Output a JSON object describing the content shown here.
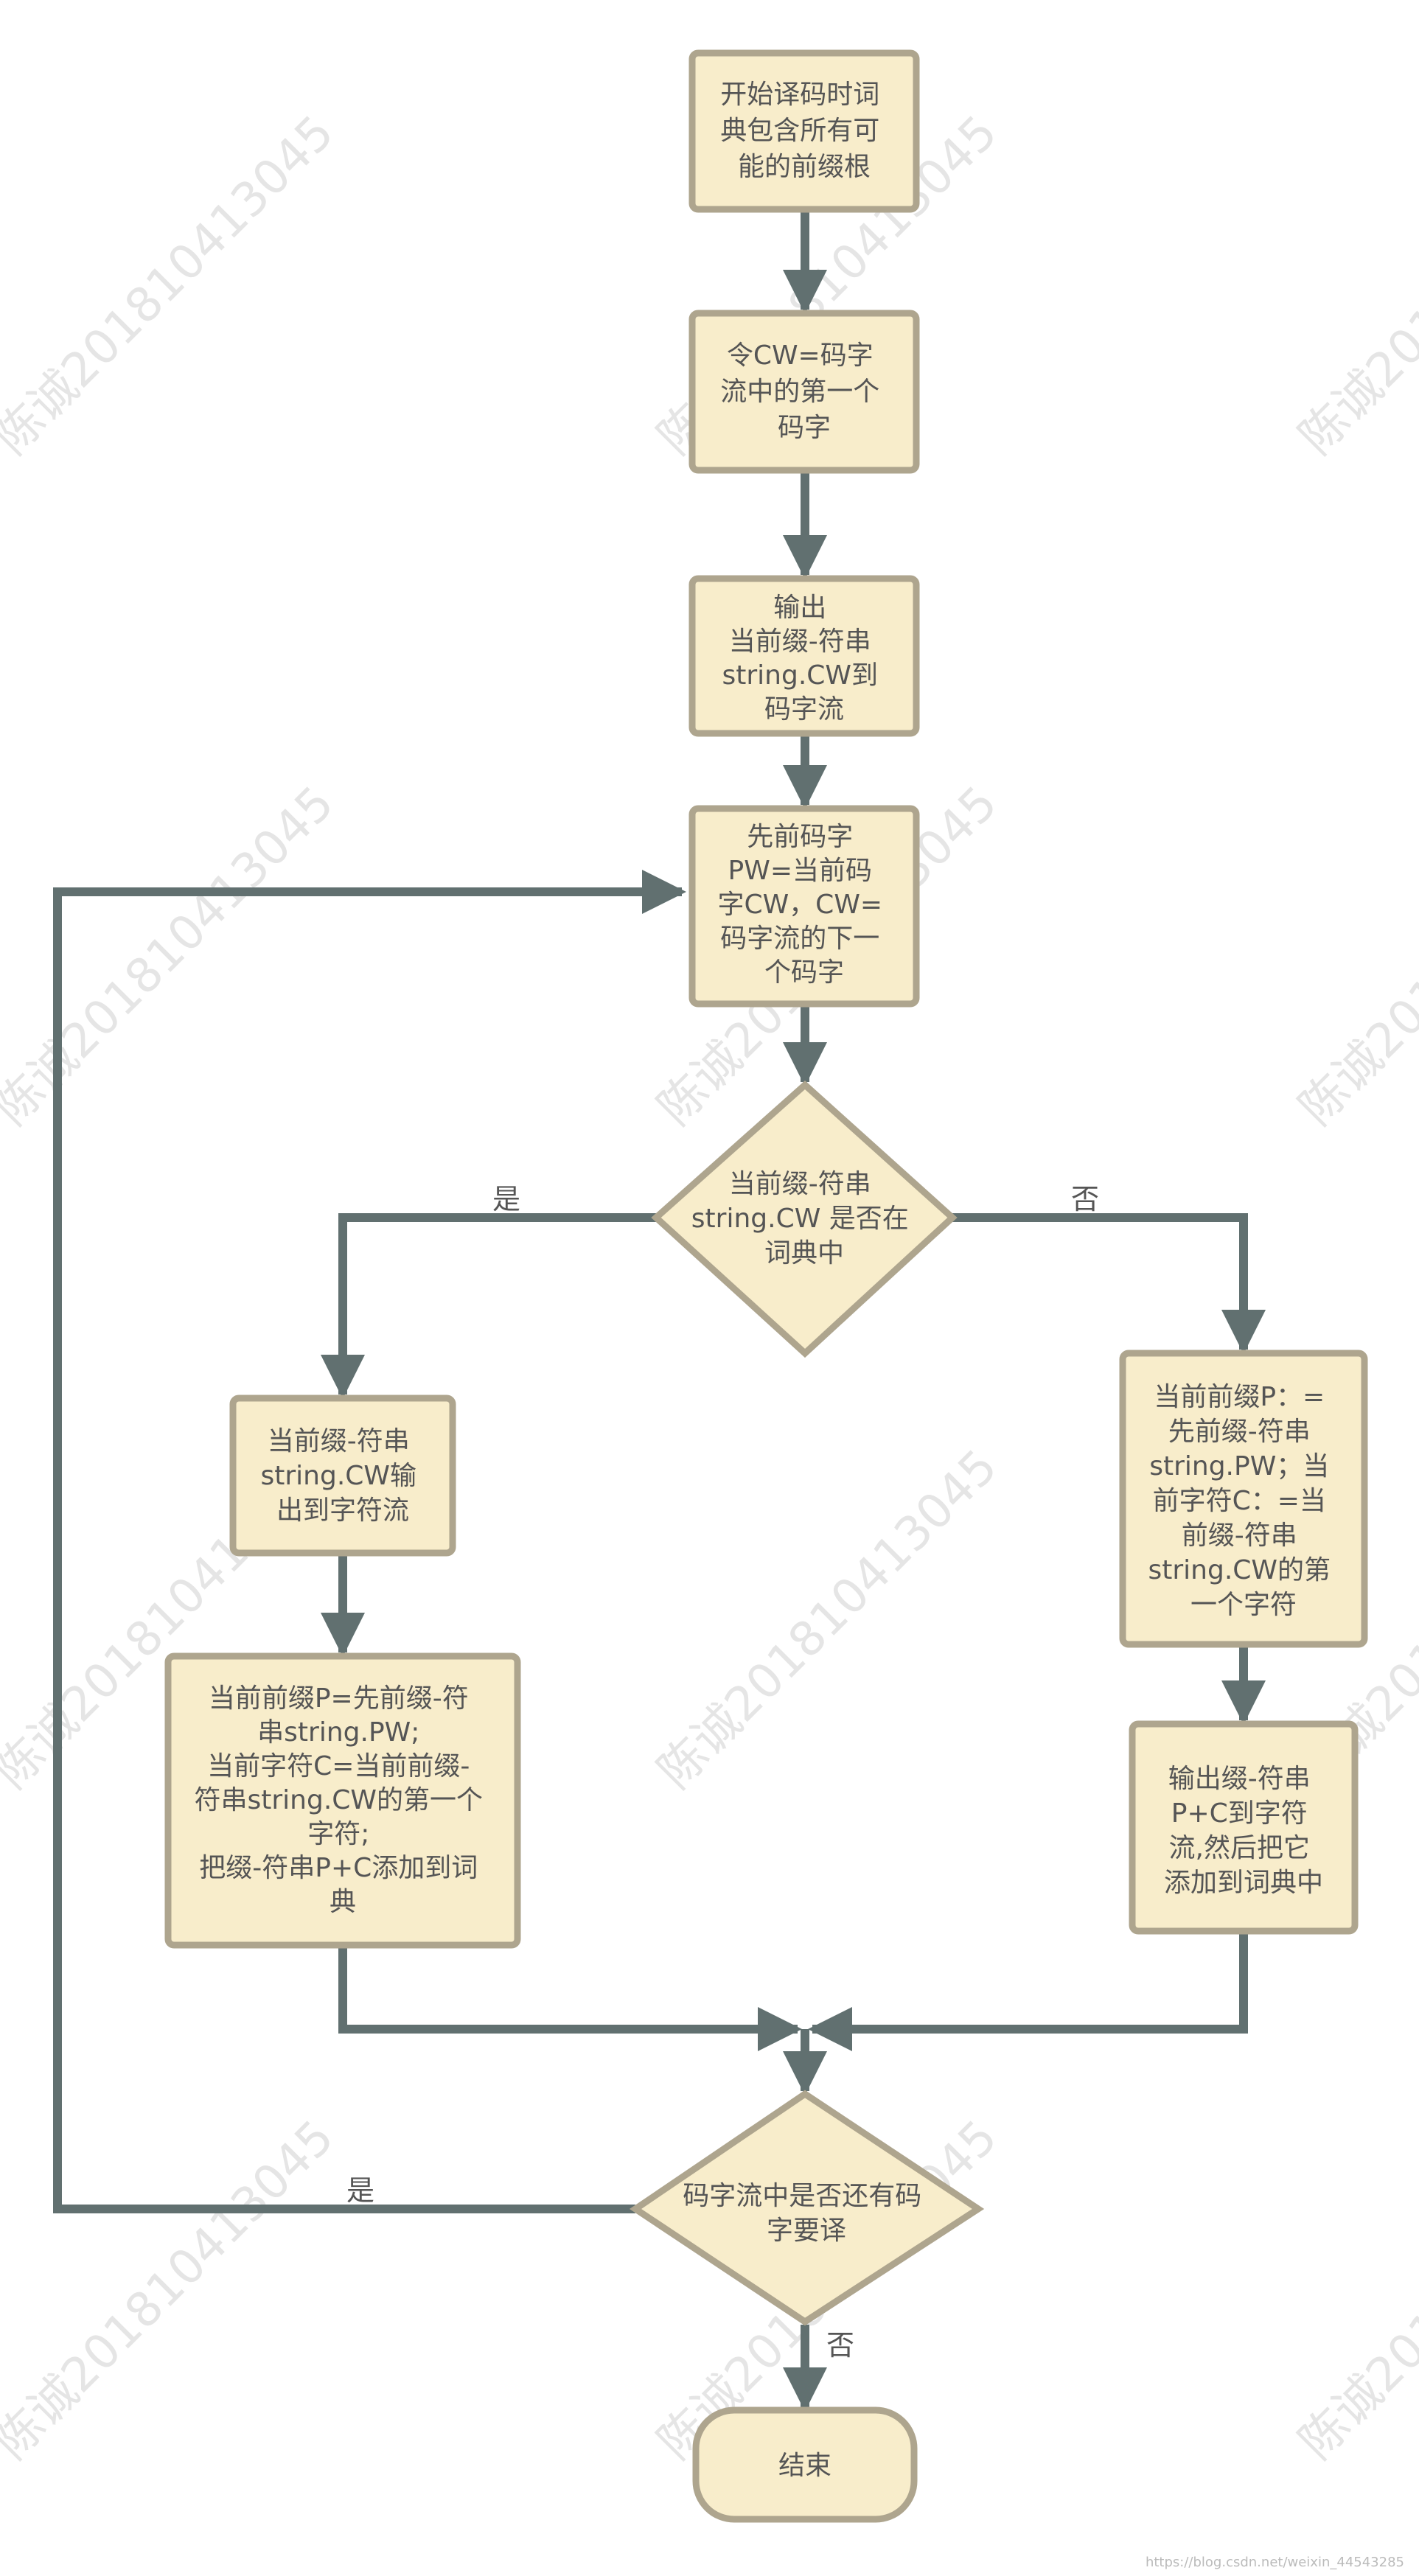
{
  "watermark": "陈诚201810413045",
  "source_note": "https://blog.csdn.net/weixin_44543285",
  "colors": {
    "node_fill": "#f8edcb",
    "node_stroke": "#aea58e",
    "edge": "#617070",
    "text": "#555555"
  },
  "nodes": {
    "start": [
      "开始译码时词",
      "典包含所有可",
      "能的前缀根"
    ],
    "init_cw": [
      "令CW=码字",
      "流中的第一个",
      "码字"
    ],
    "output_first": [
      "输出",
      "当前缀-符串",
      "string.CW到",
      "码字流"
    ],
    "advance": [
      "先前码字",
      "PW=当前码",
      "字CW，CW=",
      "码字流的下一",
      "个码字"
    ],
    "in_dict_decision": [
      "当前缀-符串",
      "string.CW 是否在",
      "词典中"
    ],
    "yes_output": [
      "当前缀-符串",
      "string.CW输",
      "出到字符流"
    ],
    "yes_update": [
      "当前前缀P=先前缀-符",
      "串string.PW;",
      "当前字符C=当前前缀-",
      "符串string.CW的第一个",
      "字符;",
      "把缀-符串P+C添加到词",
      "典"
    ],
    "no_assign": [
      "当前前缀P：=",
      "先前缀-符串",
      "string.PW；当",
      "前字符C：=当",
      "前缀-符串",
      "string.CW的第",
      "一个字符"
    ],
    "no_output": [
      "输出缀-符串",
      "P+C到字符",
      "流,然后把它",
      "添加到词典中"
    ],
    "more_decision": [
      "码字流中是否还有码",
      "字要译"
    ],
    "end": "结束"
  },
  "edge_labels": {
    "in_dict_yes": "是",
    "in_dict_no": "否",
    "more_yes": "是",
    "more_no": "否"
  }
}
